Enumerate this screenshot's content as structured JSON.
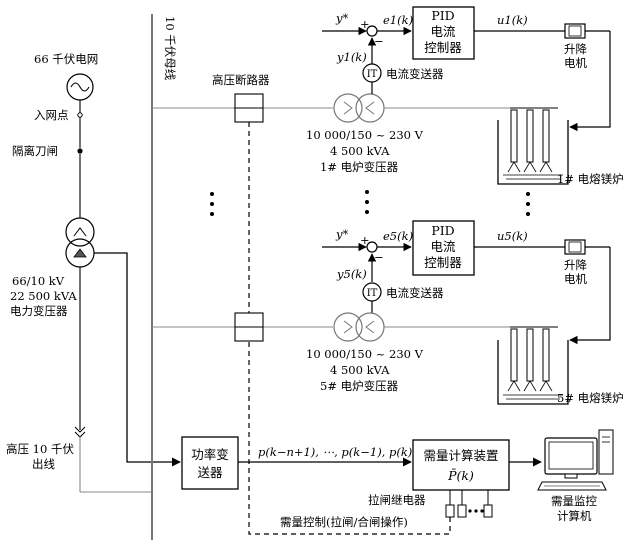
{
  "grid": {
    "source_label": "66 千伏电网",
    "entry_point_label": "入网点",
    "isolating_switch_label": "隔离刀闸",
    "transformer_ratio": "66/10 kV",
    "transformer_capacity": "22 500 kVA",
    "transformer_name": "电力变压器",
    "outgoing_line_label_1": "高压 10 千伏",
    "outgoing_line_label_2": "出线"
  },
  "bus": {
    "label": "10 千伏母线",
    "breaker_label": "高压断路器"
  },
  "furnace_1": {
    "ref_symbol": "y*",
    "plus_sign": "+",
    "minus_sign": "−",
    "error_label": "e1(k)",
    "pid_lines": [
      "PID",
      "电流",
      "控制器"
    ],
    "output_label": "u1(k)",
    "motor_label_1": "升降",
    "motor_label_2": "电机",
    "feedback_label": "y1(k)",
    "ct_symbol": "IT",
    "ct_label": "电流变送器",
    "transformer_ratio": "10 000/150 ~ 230 V",
    "transformer_capacity": "4 500 kVA",
    "transformer_name": "1# 电炉变压器",
    "furnace_name": "1# 电熔镁炉"
  },
  "furnace_5": {
    "ref_symbol": "y*",
    "plus_sign": "+",
    "minus_sign": "−",
    "error_label": "e5(k)",
    "pid_lines": [
      "PID",
      "电流",
      "控制器"
    ],
    "output_label": "u5(k)",
    "motor_label_1": "升降",
    "motor_label_2": "电机",
    "feedback_label": "y5(k)",
    "ct_symbol": "IT",
    "ct_label": "电流变送器",
    "transformer_ratio": "10 000/150 ~ 230 V",
    "transformer_capacity": "4 500 kVA",
    "transformer_name": "5# 电炉变压器",
    "furnace_name": "5# 电熔镁炉"
  },
  "power_transducer": {
    "label_line1": "功率变",
    "label_line2": "送器",
    "signal_label": "p(k−n+1), ⋯, p(k−1), p(k)"
  },
  "demand_device": {
    "label": "需量计算装置",
    "value_label": "P̄(k)",
    "relay_label": "拉闸继电器",
    "control_label": "需量控制(拉闸/合闸操作)"
  },
  "monitor_pc": {
    "label_line1": "需量监控",
    "label_line2": "计算机"
  }
}
